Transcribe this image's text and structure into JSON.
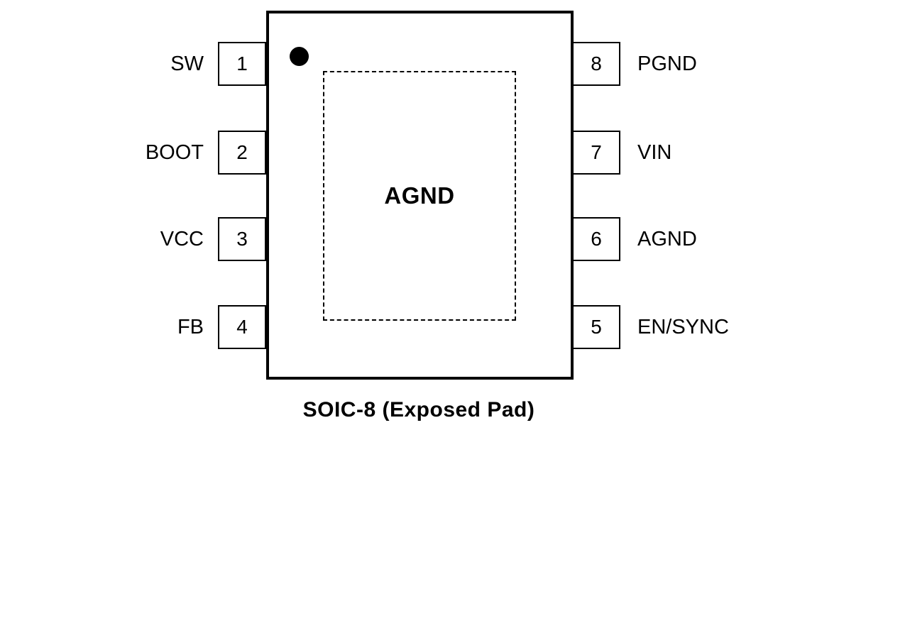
{
  "diagram": {
    "caption": "SOIC-8 (Exposed Pad)",
    "exposed_pad_label": "AGND",
    "pins": {
      "left": [
        {
          "number": "1",
          "name": "SW"
        },
        {
          "number": "2",
          "name": "BOOT"
        },
        {
          "number": "3",
          "name": "VCC"
        },
        {
          "number": "4",
          "name": "FB"
        }
      ],
      "right": [
        {
          "number": "8",
          "name": "PGND"
        },
        {
          "number": "7",
          "name": "VIN"
        },
        {
          "number": "6",
          "name": "AGND"
        },
        {
          "number": "5",
          "name": "EN/SYNC"
        }
      ]
    },
    "colors": {
      "outline": "#000000",
      "background": "#ffffff"
    }
  }
}
